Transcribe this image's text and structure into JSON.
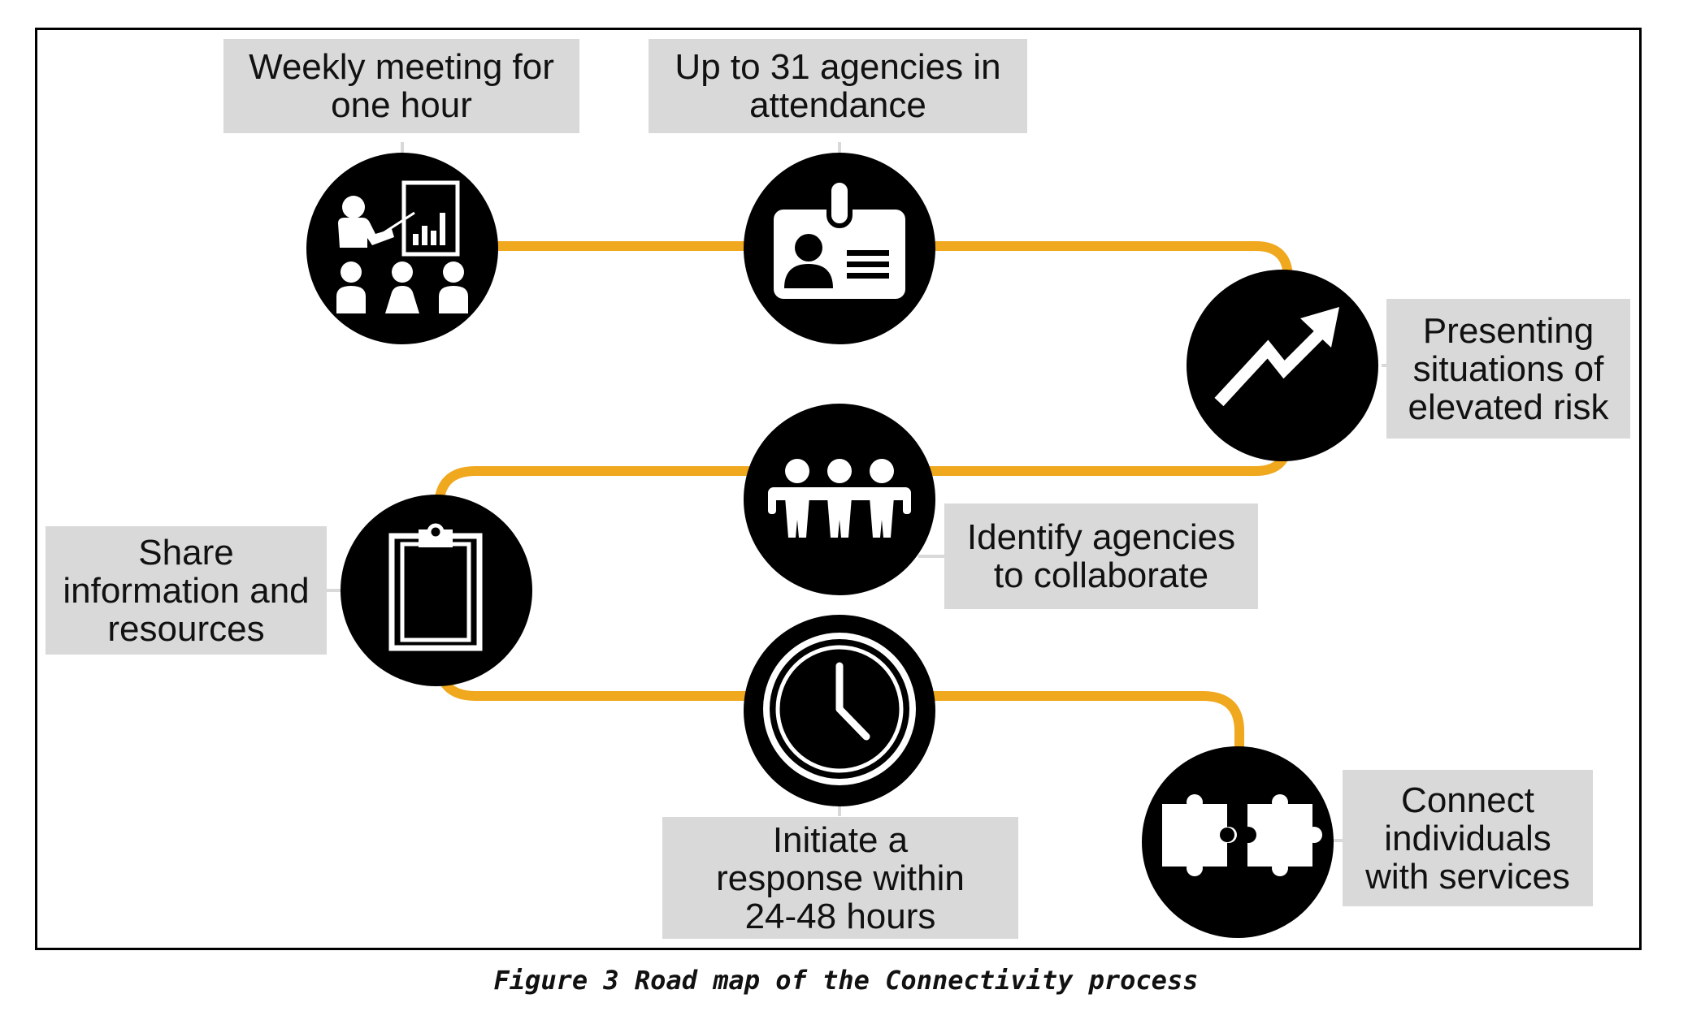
{
  "steps": [
    {
      "text": "Weekly meeting for\none hour",
      "icon": "presentation-icon"
    },
    {
      "text": "Up to 31 agencies in\nattendance",
      "icon": "id-badge-icon"
    },
    {
      "text": "Presenting\nsituations of\nelevated risk",
      "icon": "rising-arrow-icon"
    },
    {
      "text": "Identify agencies\nto collaborate",
      "icon": "people-group-icon"
    },
    {
      "text": "Share\ninformation and\nresources",
      "icon": "clipboard-icon"
    },
    {
      "text": "Initiate a\nresponse within\n24-48 hours",
      "icon": "clock-icon"
    },
    {
      "text": "Connect\nindividuals\nwith services",
      "icon": "puzzle-pieces-icon"
    }
  ],
  "caption": "Figure 3 Road map of the Connectivity process",
  "colors": {
    "road": "#F0A81E",
    "circle": "#000000",
    "label_bg": "#D9D9D9",
    "icon": "#FFFFFF"
  }
}
